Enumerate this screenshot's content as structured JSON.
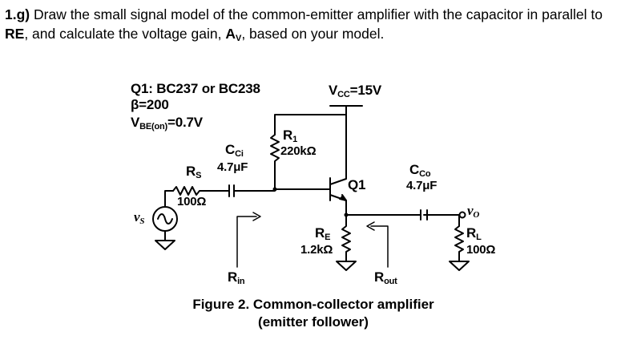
{
  "question": {
    "number": "1.g)",
    "text_a": "Draw the small signal model of the common-emitter amplifier with the capacitor in parallel to ",
    "re": "R",
    "re_sub": "E",
    "text_b": ", and calculate the voltage gain, ",
    "av": "A",
    "av_sub": "V",
    "text_c": ", based on your model."
  },
  "specs": {
    "transistor": "Q1: BC237 or BC238",
    "beta": "β=200",
    "vbe": "V",
    "vbe_sub": "BE(on)",
    "vbe_val": "=0.7V"
  },
  "components": {
    "vcc": "V",
    "vcc_sub": "CC",
    "vcc_val": "=15V",
    "r1": "R",
    "r1_sub": "1",
    "r1_val": "220kΩ",
    "cci": "C",
    "cci_sub": "Ci",
    "cci_val": "4.7μF",
    "rs": "R",
    "rs_sub": "S",
    "rs_val": "100Ω",
    "vs": "v",
    "vs_sub": "S",
    "q1": "Q1",
    "cco": "C",
    "cco_sub": "Co",
    "cco_val": "4.7μF",
    "vo": "v",
    "vo_sub": "O",
    "re": "R",
    "re_sub": "E",
    "re_val": "1.2kΩ",
    "rl": "R",
    "rl_sub": "L",
    "rl_val": "100Ω",
    "rin": "R",
    "rin_sub": "in",
    "rout": "R",
    "rout_sub": "out"
  },
  "caption": {
    "line1": "Figure 2. Common-collector amplifier",
    "line2": "(emitter follower)"
  }
}
